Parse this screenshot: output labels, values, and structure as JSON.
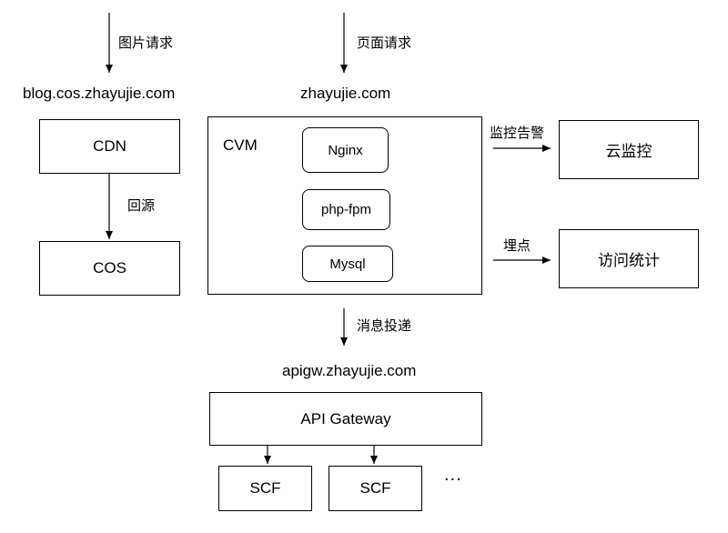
{
  "labels": {
    "image_request": "图片请求",
    "page_request": "页面请求",
    "origin_pull": "回源",
    "monitor_alert": "监控告警",
    "tracking": "埋点",
    "message_delivery": "消息投递"
  },
  "hosts": {
    "blog": "blog.cos.zhayujie.com",
    "main": "zhayujie.com",
    "apigw": "apigw.zhayujie.com"
  },
  "nodes": {
    "cdn": "CDN",
    "cos": "COS",
    "cvm": "CVM",
    "nginx": "Nginx",
    "phpfpm": "php-fpm",
    "mysql": "Mysql",
    "cloud_monitor": "云监控",
    "analytics": "访问统计",
    "api_gateway": "API Gateway",
    "scf_1": "SCF",
    "scf_2": "SCF",
    "ellipsis": "..."
  }
}
